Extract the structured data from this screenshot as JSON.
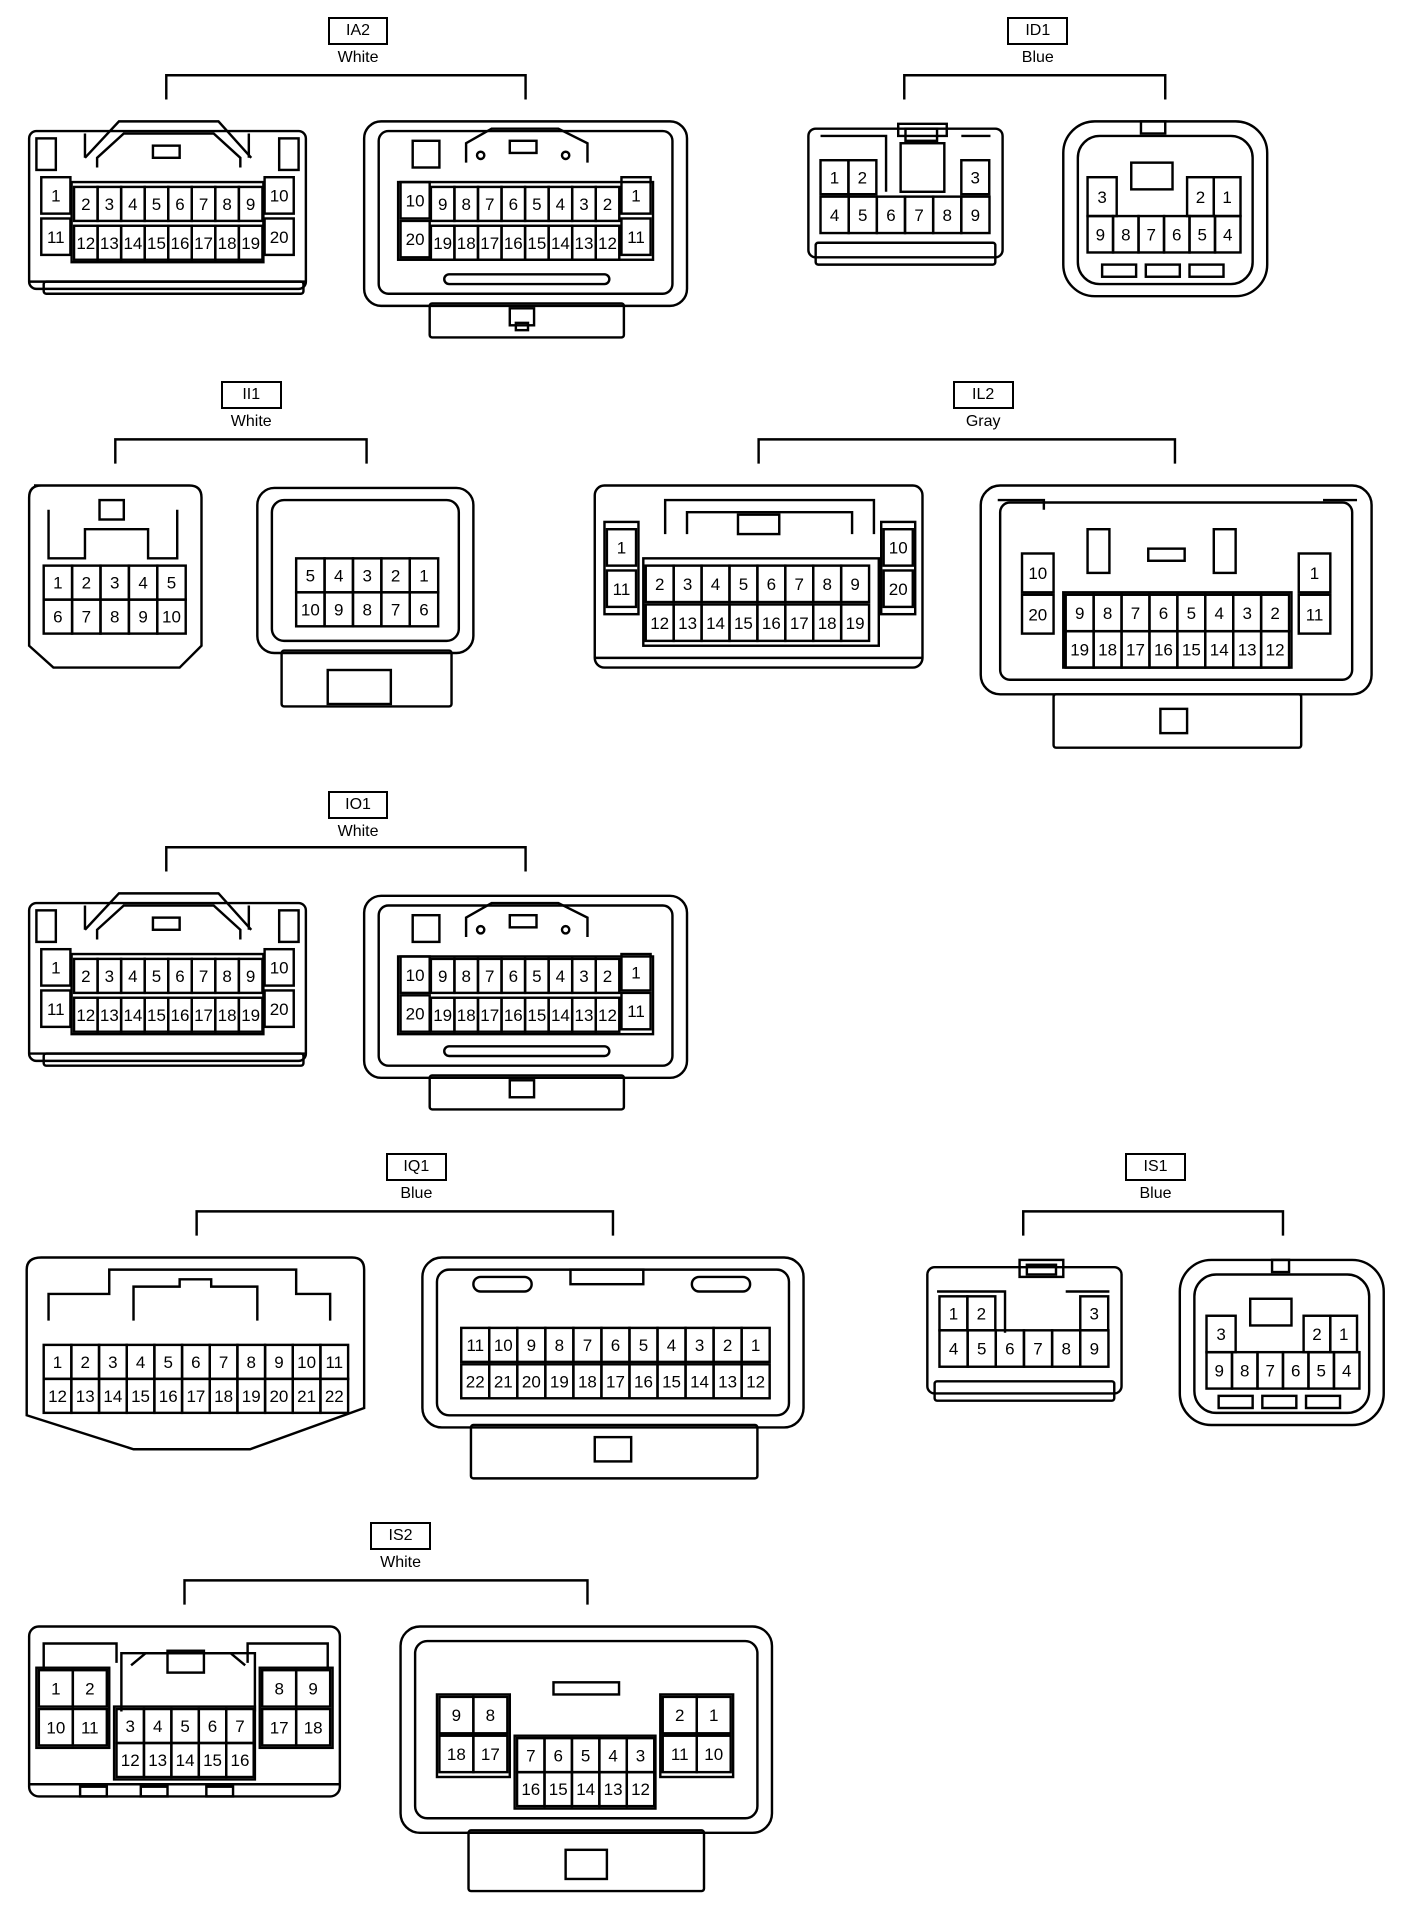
{
  "connectors": [
    {
      "id": "IA2",
      "color": "White",
      "views": [
        {
          "rows": [
            [
              "1",
              "2",
              "3",
              "4",
              "5",
              "6",
              "7",
              "8",
              "9",
              "10"
            ],
            [
              "11",
              "12",
              "13",
              "14",
              "15",
              "16",
              "17",
              "18",
              "19",
              "20"
            ]
          ]
        },
        {
          "rows": [
            [
              "10",
              "9",
              "8",
              "7",
              "6",
              "5",
              "4",
              "3",
              "2",
              "1"
            ],
            [
              "20",
              "19",
              "18",
              "17",
              "16",
              "15",
              "14",
              "13",
              "12",
              "11"
            ]
          ]
        }
      ]
    },
    {
      "id": "ID1",
      "color": "Blue",
      "views": [
        {
          "rows": [
            [
              "1",
              "2",
              "3"
            ],
            [
              "4",
              "5",
              "6",
              "7",
              "8",
              "9"
            ]
          ]
        },
        {
          "rows": [
            [
              "3",
              "2",
              "1"
            ],
            [
              "9",
              "8",
              "7",
              "6",
              "5",
              "4"
            ]
          ]
        }
      ]
    },
    {
      "id": "II1",
      "color": "White",
      "views": [
        {
          "rows": [
            [
              "1",
              "2",
              "3",
              "4",
              "5"
            ],
            [
              "6",
              "7",
              "8",
              "9",
              "10"
            ]
          ]
        },
        {
          "rows": [
            [
              "5",
              "4",
              "3",
              "2",
              "1"
            ],
            [
              "10",
              "9",
              "8",
              "7",
              "6"
            ]
          ]
        }
      ]
    },
    {
      "id": "IL2",
      "color": "Gray",
      "views": [
        {
          "rows": [
            [
              "1",
              "2",
              "3",
              "4",
              "5",
              "6",
              "7",
              "8",
              "9",
              "10"
            ],
            [
              "11",
              "12",
              "13",
              "14",
              "15",
              "16",
              "17",
              "18",
              "19",
              "20"
            ]
          ]
        },
        {
          "rows": [
            [
              "10",
              "9",
              "8",
              "7",
              "6",
              "5",
              "4",
              "3",
              "2",
              "1"
            ],
            [
              "20",
              "19",
              "18",
              "17",
              "16",
              "15",
              "14",
              "13",
              "12",
              "11"
            ]
          ]
        }
      ]
    },
    {
      "id": "IO1",
      "color": "White",
      "views": [
        {
          "rows": [
            [
              "1",
              "2",
              "3",
              "4",
              "5",
              "6",
              "7",
              "8",
              "9",
              "10"
            ],
            [
              "11",
              "12",
              "13",
              "14",
              "15",
              "16",
              "17",
              "18",
              "19",
              "20"
            ]
          ]
        },
        {
          "rows": [
            [
              "10",
              "9",
              "8",
              "7",
              "6",
              "5",
              "4",
              "3",
              "2",
              "1"
            ],
            [
              "20",
              "19",
              "18",
              "17",
              "16",
              "15",
              "14",
              "13",
              "12",
              "11"
            ]
          ]
        }
      ]
    },
    {
      "id": "IQ1",
      "color": "Blue",
      "views": [
        {
          "rows": [
            [
              "1",
              "2",
              "3",
              "4",
              "5",
              "6",
              "7",
              "8",
              "9",
              "10",
              "11"
            ],
            [
              "12",
              "13",
              "14",
              "15",
              "16",
              "17",
              "18",
              "19",
              "20",
              "21",
              "22"
            ]
          ]
        },
        {
          "rows": [
            [
              "11",
              "10",
              "9",
              "8",
              "7",
              "6",
              "5",
              "4",
              "3",
              "2",
              "1"
            ],
            [
              "22",
              "21",
              "20",
              "19",
              "18",
              "17",
              "16",
              "15",
              "14",
              "13",
              "12"
            ]
          ]
        }
      ]
    },
    {
      "id": "IS1",
      "color": "Blue",
      "views": [
        {
          "rows": [
            [
              "1",
              "2",
              "3"
            ],
            [
              "4",
              "5",
              "6",
              "7",
              "8",
              "9"
            ]
          ]
        },
        {
          "rows": [
            [
              "3",
              "2",
              "1"
            ],
            [
              "9",
              "8",
              "7",
              "6",
              "5",
              "4"
            ]
          ]
        }
      ]
    },
    {
      "id": "IS2",
      "color": "White",
      "views": [
        {
          "rows": [
            [
              "1",
              "2",
              "8",
              "9"
            ],
            [
              "10",
              "11",
              "3",
              "4",
              "5",
              "6",
              "7",
              "17",
              "18"
            ],
            [
              "12",
              "13",
              "14",
              "15",
              "16"
            ]
          ]
        },
        {
          "rows": [
            [
              "9",
              "8",
              "2",
              "1"
            ],
            [
              "18",
              "17",
              "7",
              "6",
              "5",
              "4",
              "3",
              "11",
              "10"
            ],
            [
              "16",
              "15",
              "14",
              "13",
              "12"
            ]
          ]
        }
      ]
    }
  ]
}
